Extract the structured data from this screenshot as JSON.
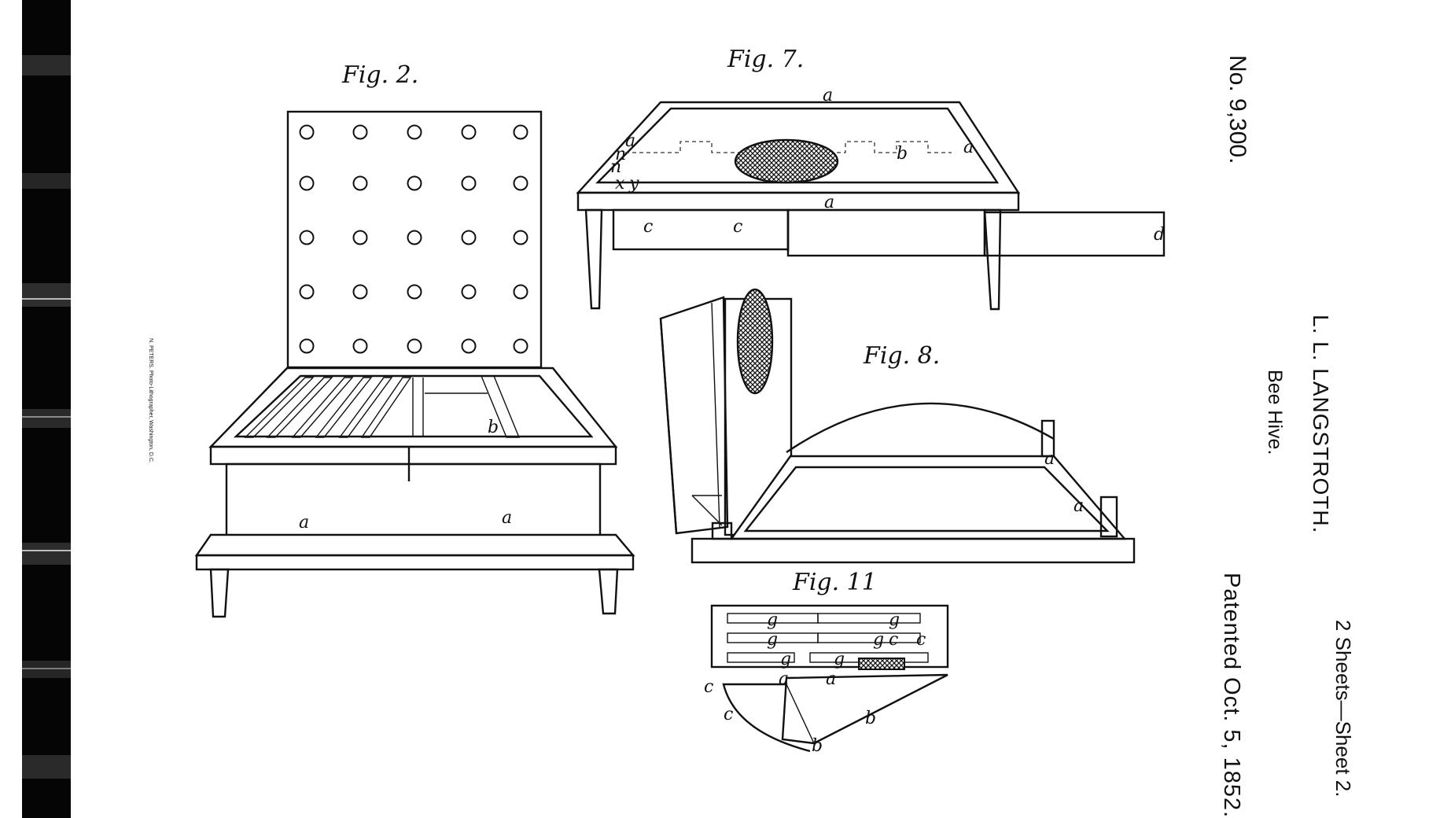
{
  "header": {
    "sheet_info": "2 Sheets—Sheet 2.",
    "inventor": "L. L. LANGSTROTH.",
    "title": "Bee Hive.",
    "patent_number": "No. 9,300.",
    "patent_date": "Patented Oct. 5, 1852.",
    "printer_credit": "N. PETERS. Photo-Lithographer, Washington, D.C."
  },
  "figures": [
    {
      "id": "fig2",
      "label": "Fig. 2.",
      "part_labels": [
        "a",
        "a",
        "b"
      ]
    },
    {
      "id": "fig7",
      "label": "Fig. 7.",
      "part_labels": [
        "a",
        "a",
        "a",
        "a",
        "b",
        "c",
        "c",
        "n",
        "n",
        "x",
        "y",
        "d"
      ]
    },
    {
      "id": "fig8",
      "label": "Fig. 8.",
      "part_labels": [
        "a",
        "a"
      ]
    },
    {
      "id": "fig11",
      "label": "Fig. 11",
      "part_labels": [
        "g",
        "g",
        "g",
        "g",
        "g",
        "g",
        "c",
        "c",
        "c",
        "c",
        "a",
        "a",
        "b",
        "b"
      ]
    }
  ],
  "colors": {
    "paper": "#ffffff",
    "ink": "#111111",
    "binding": "#050505"
  }
}
